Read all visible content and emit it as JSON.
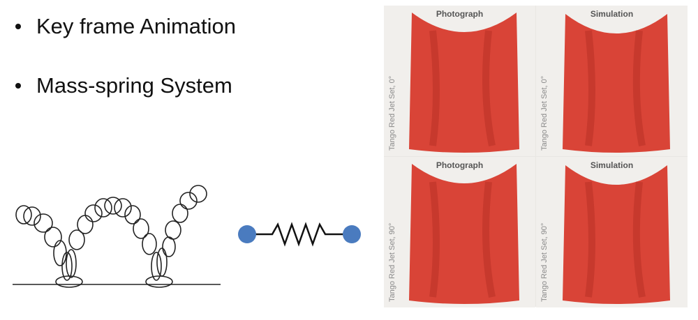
{
  "bullets": [
    "Key frame Animation",
    "Mass-spring System"
  ],
  "panels": [
    {
      "header": "Photograph",
      "side_label": "Tango Red Jet Set, 0°"
    },
    {
      "header": "Simulation",
      "side_label": "Tango Red Jet Set, 0°"
    },
    {
      "header": "Photograph",
      "side_label": "Tango Red Jet Set, 90°"
    },
    {
      "header": "Simulation",
      "side_label": "Tango Red Jet Set, 90°"
    }
  ],
  "colors": {
    "cloth": "#d94437",
    "cloth_shadow": "#b52e24",
    "mass": "#4a7bbf",
    "text": "#111111"
  }
}
